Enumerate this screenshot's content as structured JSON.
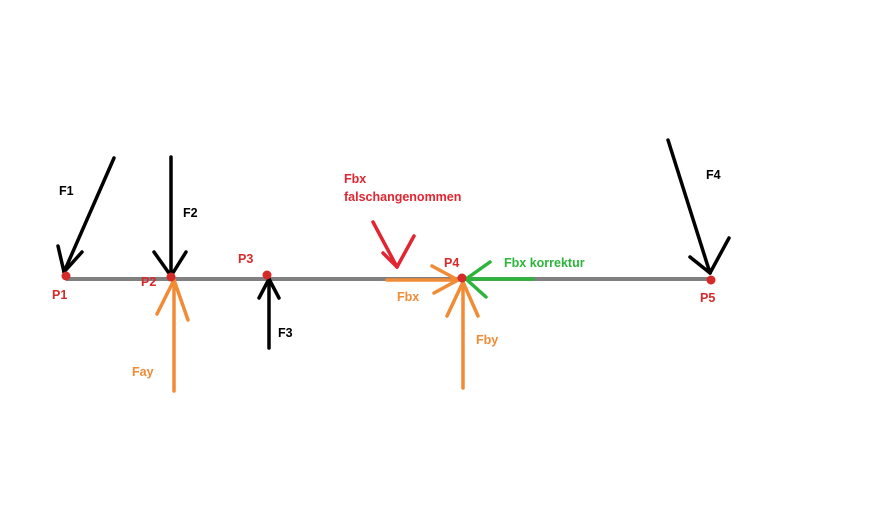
{
  "colors": {
    "beam": "#808080",
    "point": "#d42a2a",
    "black": "#000000",
    "orange": "#f28b35",
    "red": "#e22530",
    "green": "#2db53b",
    "point_label": "#d42a2a"
  },
  "points": {
    "p1": "P1",
    "p2": "P2",
    "p3": "P3",
    "p4": "P4",
    "p5": "P5"
  },
  "forces": {
    "f1": "F1",
    "f2": "F2",
    "f3": "F3",
    "f4": "F4",
    "fay": "Fay",
    "fbx": "Fbx",
    "fby": "Fby",
    "fbx_wrong_line1": "Fbx",
    "fbx_wrong_line2": "falschangenommen",
    "fbx_correction": "Fbx korrektur"
  }
}
